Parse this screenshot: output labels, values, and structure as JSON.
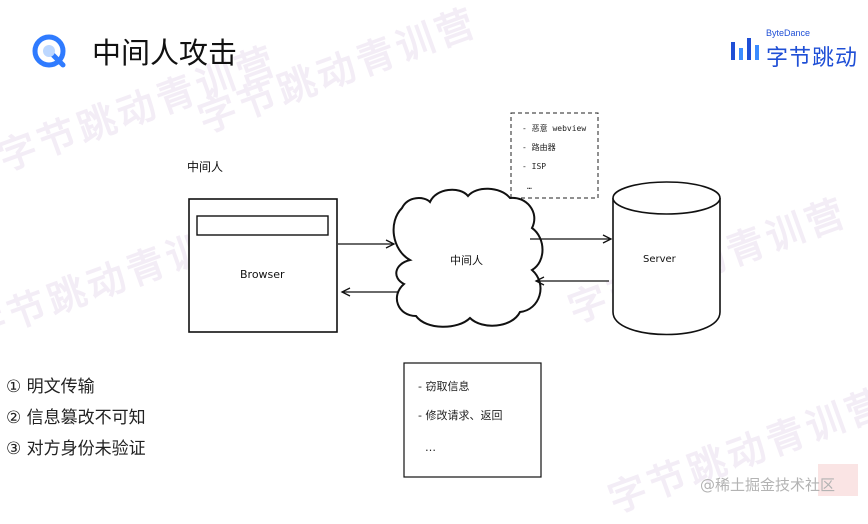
{
  "header": {
    "title": "中间人攻击",
    "brand_en": "ByteDance",
    "brand_cn": "字节跳动"
  },
  "watermark": "字节跳动青训营",
  "diagram": {
    "mitm_label_top": "中间人",
    "browser_label": "Browser",
    "cloud_label": "中间人",
    "server_label": "Server",
    "top_box_items": [
      "- 恶意 webview",
      "- 路由器",
      "- ISP",
      "…"
    ],
    "bottom_box_items": [
      "- 窃取信息",
      "- 修改请求、返回",
      "…"
    ]
  },
  "list": {
    "items": [
      "① 明文传输",
      "② 信息篡改不可知",
      "③ 对方身份未验证"
    ]
  },
  "footer": {
    "text": "@稀土掘金技术社区"
  },
  "colors": {
    "accent_blue": "#1f4fd6",
    "logo_blue": "#2f7bff",
    "watermark": "#f3edf6"
  }
}
